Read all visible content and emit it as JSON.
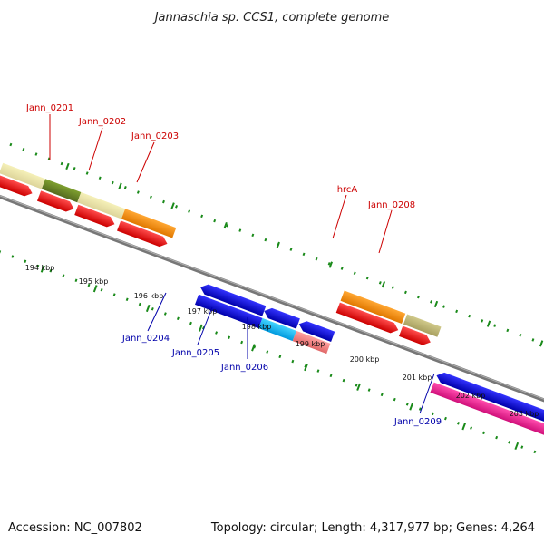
{
  "title": "Jannaschia sp. CCS1, complete genome",
  "footer": {
    "accession": "Accession: NC_007802",
    "summary": "Topology: circular; Length: 4,317,977 bp; Genes: 4,264"
  },
  "colors": {
    "backbone": "#888888",
    "tick": "#1a8a1a",
    "label_forward": "#cc0000",
    "label_reverse": "#0000aa"
  },
  "ruler_labels": [
    "194 kbp",
    "195 kbp",
    "196 kbp",
    "197 kbp",
    "198 kbp",
    "199 kbp",
    "200 kbp",
    "201 kbp",
    "202 kbp",
    "203 kbp"
  ],
  "genes": [
    {
      "name": "Jann_0201",
      "strand": "forward",
      "color": "#6b8e23"
    },
    {
      "name": "Jann_0202",
      "strand": "forward",
      "color": "#eee8aa"
    },
    {
      "name": "Jann_0203",
      "strand": "forward",
      "color": "#ff8c00"
    },
    {
      "name": "hrcA",
      "strand": "forward",
      "color": "#ff8c00"
    },
    {
      "name": "Jann_0208",
      "strand": "forward",
      "color": "#bdb76b"
    },
    {
      "name": "Jann_0204",
      "strand": "reverse",
      "color": "#0000cd"
    },
    {
      "name": "Jann_0205",
      "strand": "reverse",
      "color": "#00bfff"
    },
    {
      "name": "Jann_0206",
      "strand": "reverse",
      "color": "#f08080"
    },
    {
      "name": "Jann_0209",
      "strand": "reverse",
      "color": "#ff1493"
    }
  ]
}
